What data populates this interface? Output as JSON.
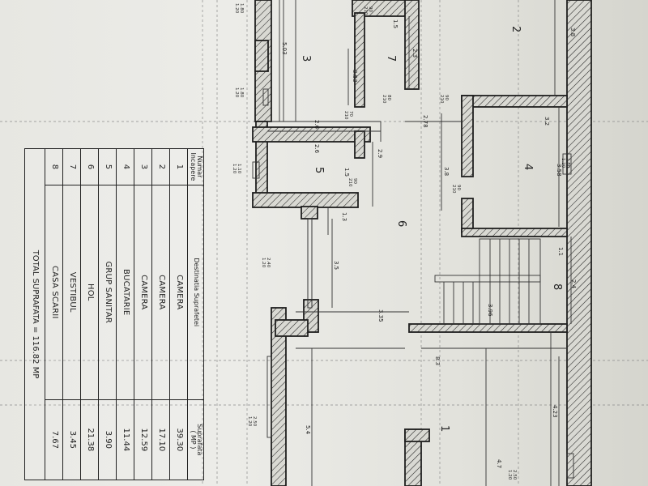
{
  "plan": {
    "rooms": [
      {
        "id": "1",
        "label": "1"
      },
      {
        "id": "2",
        "label": "2"
      },
      {
        "id": "3",
        "label": "3"
      },
      {
        "id": "4",
        "label": "4"
      },
      {
        "id": "5",
        "label": "5"
      },
      {
        "id": "6",
        "label": "6"
      },
      {
        "id": "7",
        "label": "7"
      },
      {
        "id": "8",
        "label": "8"
      }
    ],
    "dimensions": {
      "d_3_8": "3.8",
      "d_3_2": "3.2",
      "d_3_58": "3.58",
      "d_3_8b": "3.8",
      "d_1_5": "1.5",
      "d_2_3": "2.3",
      "d_3_53": "3.53",
      "d_2_78": "2.78",
      "d_5_03": "5.03",
      "d_2_6a": "2.6",
      "d_2_6b": "2.6",
      "d_2_9": "2.9",
      "d_1_5b": "1.5",
      "d_1_3": "1.3",
      "d_3_5": "3.5",
      "d_3_35": "3.35",
      "d_1_1": "1.1",
      "d_2_4": "2.4",
      "d_3_96": "3.96",
      "d_8_3": "8.3",
      "d_4_23": "4.23",
      "d_5_4": "5.4",
      "d_4_7": "4.7"
    },
    "openings": {
      "o_top": "1.80\n1.20",
      "o_left_wall": "1.80\n1.20",
      "o_door1": "90\n210",
      "o_door2": "80\n210",
      "o_door3": "90\n210",
      "o_door4": "70\n210",
      "o_door5": "90\n210",
      "o_door6": "90\n210",
      "o_win_right": "1.80\n1.20",
      "o_win_left": "1.10\n1.20",
      "o_win_left2": "2.40\n1.20",
      "o_win_bottom": "2.50\n1.20",
      "o_win_bottom2": "2.50\n1.20"
    }
  },
  "legend": {
    "headers": {
      "number": "Numar\nIncapere",
      "destination": "Destinatia Suprafetei",
      "area": "Suprafata\n( MP )"
    },
    "rows": [
      {
        "num": "1",
        "name": "CAMERA",
        "area": "39.30"
      },
      {
        "num": "2",
        "name": "CAMERA",
        "area": "17.10"
      },
      {
        "num": "3",
        "name": "CAMERA",
        "area": "12.59"
      },
      {
        "num": "4",
        "name": "BUCATARIE",
        "area": "11.44"
      },
      {
        "num": "5",
        "name": "GRUP SANITAR",
        "area": "3.90"
      },
      {
        "num": "6",
        "name": "HOL",
        "area": "21.38"
      },
      {
        "num": "7",
        "name": "VESTIBUL",
        "area": "3.45"
      },
      {
        "num": "8",
        "name": "CASA SCARII",
        "area": "7.67"
      }
    ],
    "total": "TOTAL SUPRAFATA = 116.82 MP"
  }
}
